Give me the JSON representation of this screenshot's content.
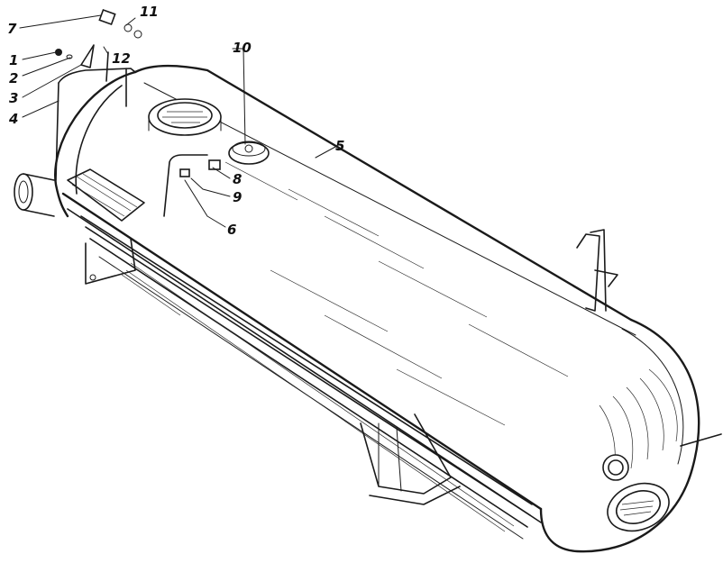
{
  "callouts": [
    {
      "id": "c1",
      "label": "1"
    },
    {
      "id": "c2",
      "label": "2"
    },
    {
      "id": "c3",
      "label": "3"
    },
    {
      "id": "c4",
      "label": "4"
    },
    {
      "id": "c5",
      "label": "5"
    },
    {
      "id": "c6",
      "label": "6"
    },
    {
      "id": "c7",
      "label": "7"
    },
    {
      "id": "c8",
      "label": "8"
    },
    {
      "id": "c9",
      "label": "9"
    },
    {
      "id": "c10",
      "label": "10"
    },
    {
      "id": "c11",
      "label": "11"
    },
    {
      "id": "c12",
      "label": "12"
    }
  ],
  "colors": {
    "ink": "#1a1a1a",
    "paper": "#ffffff"
  }
}
